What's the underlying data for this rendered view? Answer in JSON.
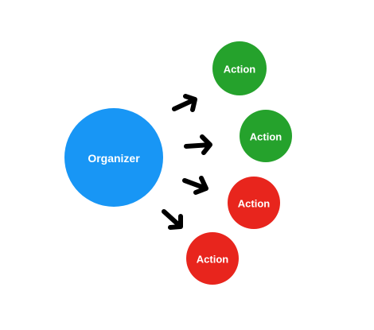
{
  "organizer": {
    "label": "Organizer",
    "color": "#1896F5"
  },
  "actions": [
    {
      "label": "Action",
      "color": "#25A22C",
      "status": "green"
    },
    {
      "label": "Action",
      "color": "#25A22C",
      "status": "green"
    },
    {
      "label": "Action",
      "color": "#E8251D",
      "status": "red"
    },
    {
      "label": "Action",
      "color": "#E8251D",
      "status": "red"
    }
  ],
  "arrow_color": "#000000"
}
